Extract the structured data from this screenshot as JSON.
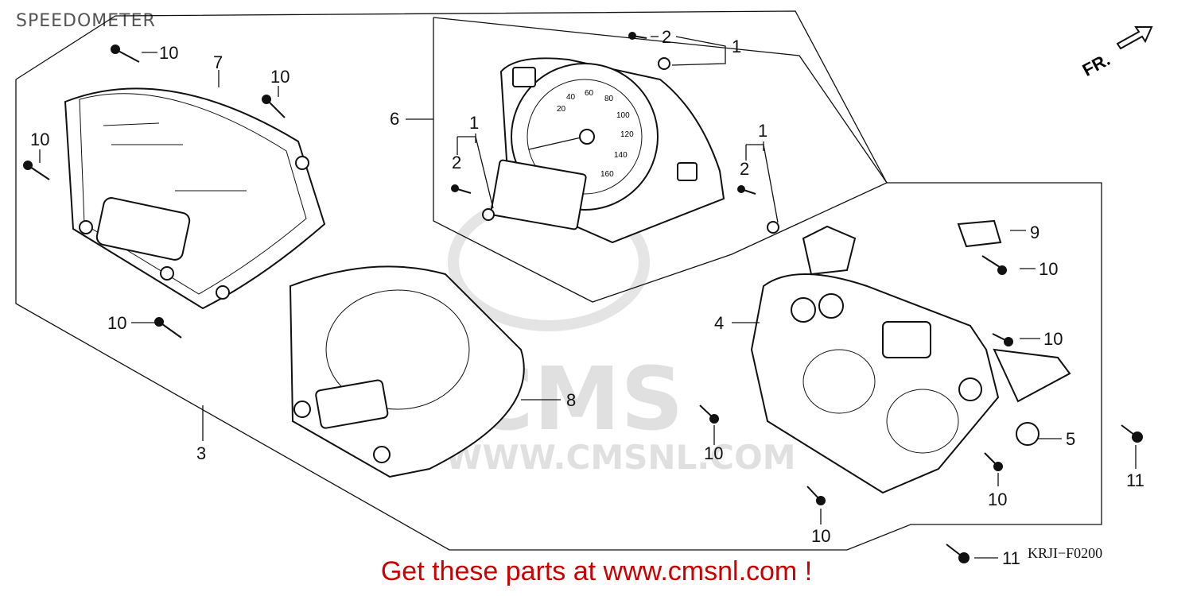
{
  "title": "SPEEDOMETER",
  "diagram_code": "KRJI−F0200",
  "footer_banner": "Get these parts at www.cmsnl.com !",
  "direction_label": "FR.",
  "watermark": {
    "brand": "CMS",
    "url": "WWW.CMSNL.COM"
  },
  "callouts": {
    "c1a": "1",
    "c1b": "1",
    "c1c": "1",
    "c2a": "2",
    "c2b": "2",
    "c2c": "2",
    "c3": "3",
    "c4": "4",
    "c5": "5",
    "c6": "6",
    "c7": "7",
    "c8": "8",
    "c9": "9",
    "c10a": "10",
    "c10b": "10",
    "c10c": "10",
    "c10d": "10",
    "c10e": "10",
    "c10f": "10",
    "c10g": "10",
    "c10h": "10",
    "c10i": "10",
    "c11a": "11",
    "c11b": "11"
  },
  "gauge_scale": [
    "20",
    "40",
    "60",
    "80",
    "100",
    "120",
    "140",
    "160"
  ],
  "colors": {
    "banner": "#cc0000",
    "watermark": "#c8c8c8",
    "line": "#111111"
  }
}
